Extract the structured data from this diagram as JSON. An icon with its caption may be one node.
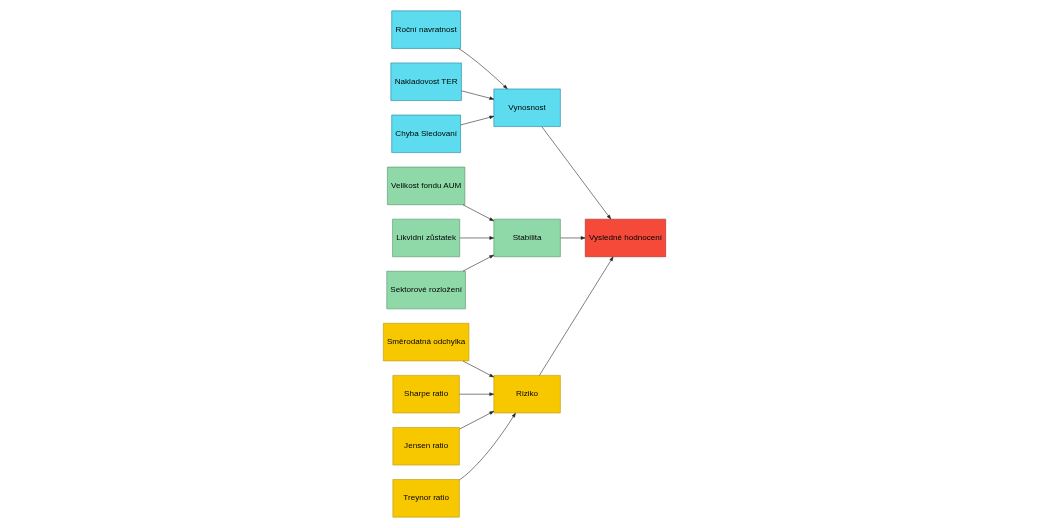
{
  "diagram": {
    "nodes": [
      {
        "text": [
          "Roční navratnost"
        ]
      },
      {
        "text": [
          "Nakladovost TER"
        ]
      },
      {
        "text": [
          "Chyba Sledovaní"
        ]
      },
      {
        "text": [
          "Vynosnost"
        ]
      },
      {
        "text": [
          "Vysledné hodnocení"
        ]
      },
      {
        "text": [
          "Stabilita"
        ]
      },
      {
        "text": [
          "Velikost fondu AUM"
        ]
      },
      {
        "text": [
          "Likvidní zůstatek"
        ]
      },
      {
        "text": [
          "Sektorové rozložení"
        ]
      },
      {
        "text": [
          "Riziko"
        ]
      },
      {
        "text": [
          "Směrodatná odchylka"
        ]
      },
      {
        "text": [
          "Sharpe ratio"
        ]
      },
      {
        "text": [
          "Jensen ratio"
        ]
      },
      {
        "text": [
          "Treynor ratio"
        ]
      }
    ],
    "edges": [
      {
        "from": 0,
        "to": 3,
        "arrow": "to"
      },
      {
        "from": 1,
        "to": 3,
        "arrow": "to"
      },
      {
        "from": 2,
        "to": 3,
        "arrow": "to"
      },
      {
        "from": 3,
        "to": 4,
        "arrow": "to"
      },
      {
        "from": 5,
        "to": 4,
        "arrow": "to"
      },
      {
        "from": 6,
        "to": 5,
        "arrow": "to"
      },
      {
        "from": 7,
        "to": 5,
        "arrow": "to"
      },
      {
        "from": 8,
        "to": 5,
        "arrow": "to"
      },
      {
        "from": 9,
        "to": 4,
        "arrow": "to"
      },
      {
        "from": 10,
        "to": 9,
        "arrow": "to"
      },
      {
        "from": 11,
        "to": 9,
        "arrow": "to"
      },
      {
        "from": 12,
        "to": 9,
        "arrow": "to"
      },
      {
        "from": 13,
        "to": 9,
        "arrow": "to"
      }
    ]
  }
}
